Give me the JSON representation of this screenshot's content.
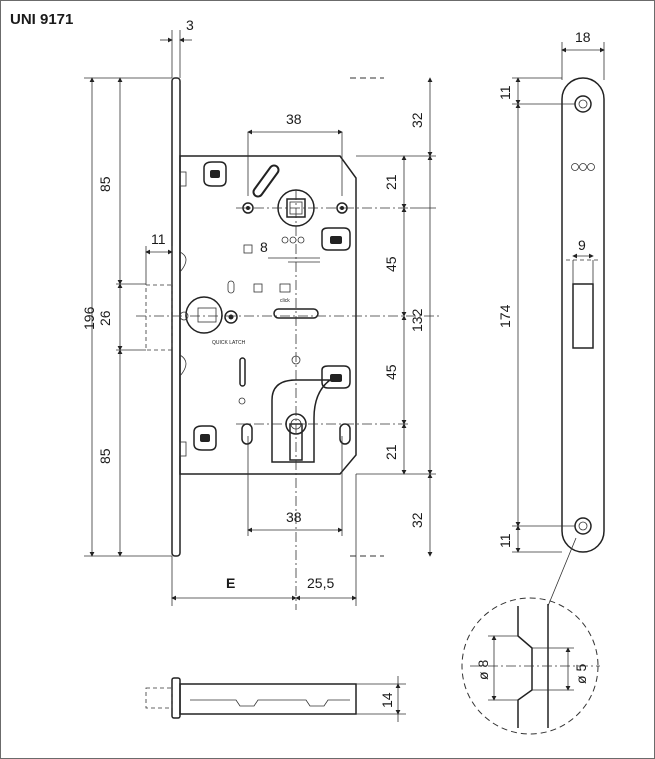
{
  "title": "UNI 9171",
  "front_view": {
    "dims": {
      "faceplate_thickness": "3",
      "top_width": "38",
      "bottom_width": "38",
      "total_height": "196",
      "upper_85": "85",
      "lower_85": "85",
      "latch_26": "26",
      "latch_11": "11",
      "top_32": "32",
      "bottom_32": "32",
      "upper_21": "21",
      "lower_21": "21",
      "upper_45": "45",
      "lower_45": "45",
      "center_132": "132",
      "spindle_8": "8",
      "backset": "E",
      "offset": "25,5"
    },
    "labels": {
      "quick_latch": "QUICK LATCH",
      "click": "click"
    }
  },
  "side_view": {
    "dims": {
      "width": "18",
      "top_11": "11",
      "bottom_11": "11",
      "height": "174",
      "slot_9": "9"
    }
  },
  "detail_view": {
    "dims": {
      "outer_dia": "ø 8",
      "inner_dia": "ø 5"
    }
  },
  "bottom_view": {
    "dims": {
      "thickness": "14"
    }
  }
}
